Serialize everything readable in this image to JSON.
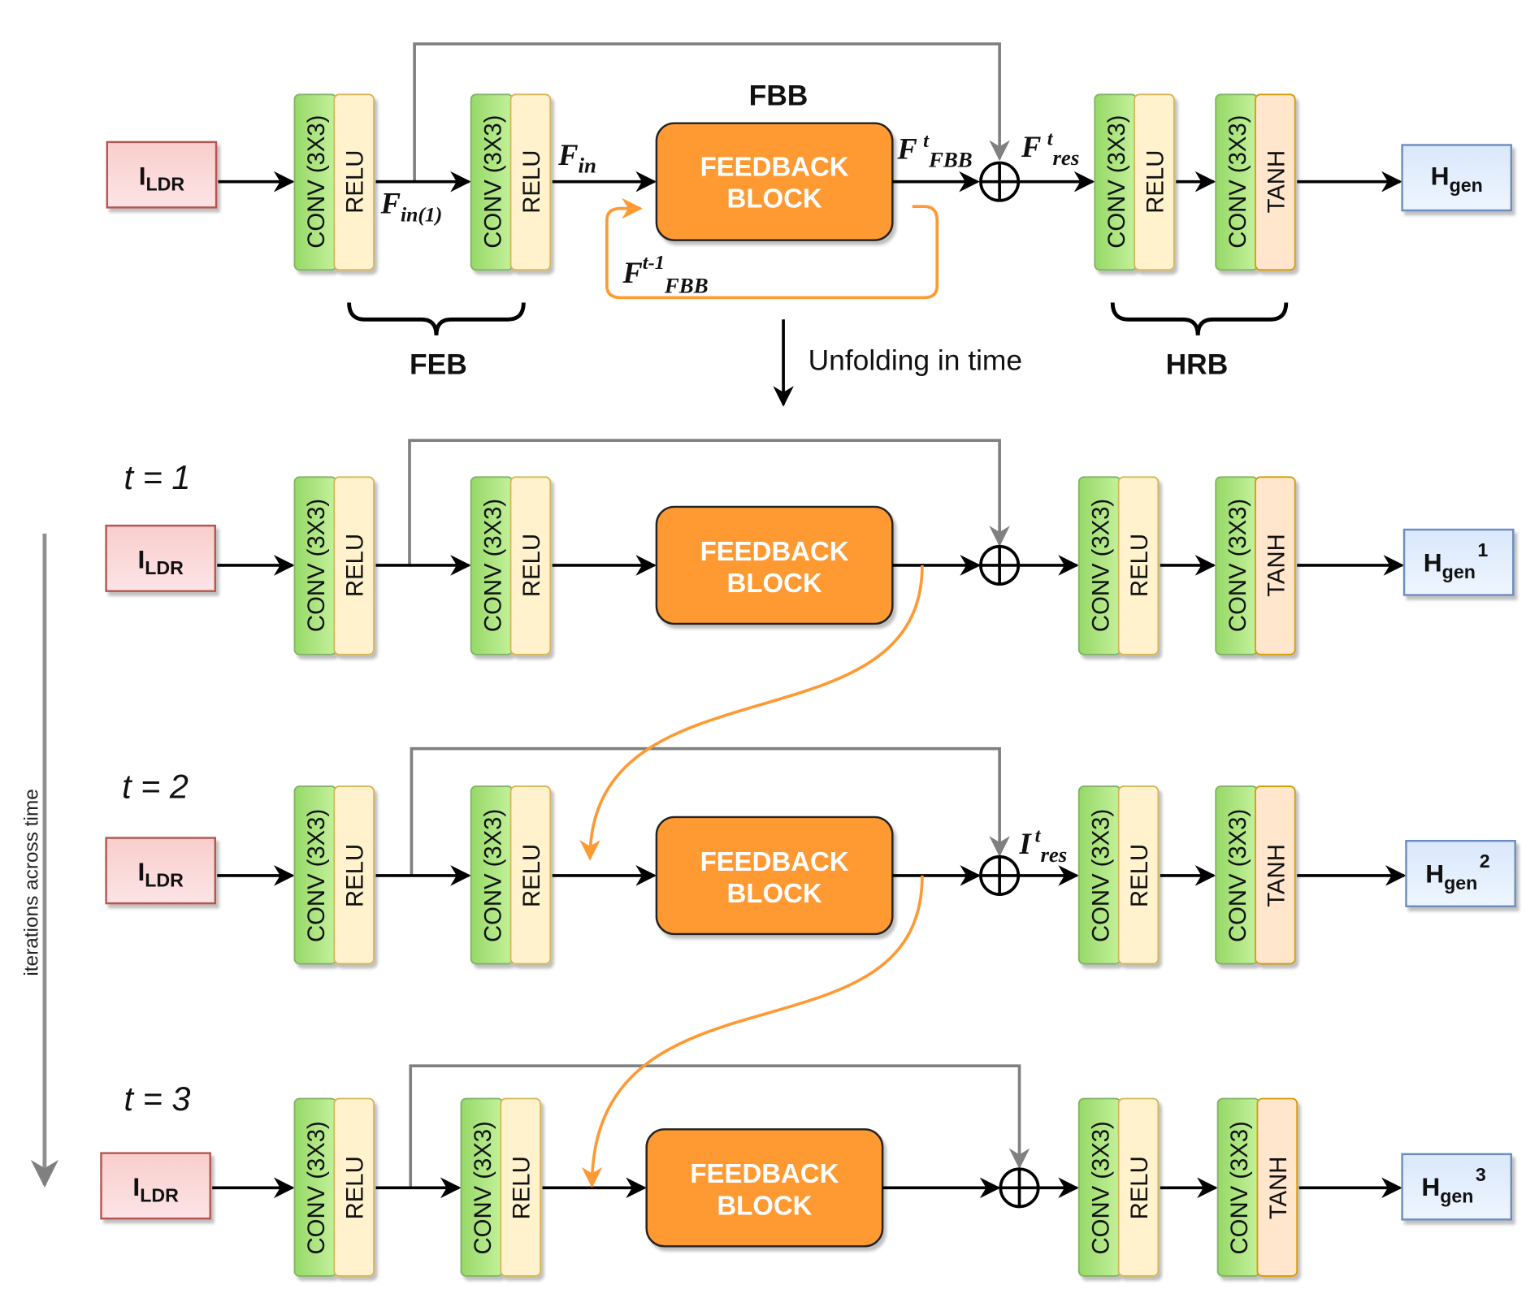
{
  "diagram": {
    "title_block": "FBB",
    "groups": {
      "feb": "FEB",
      "hrb": "HRB"
    },
    "unfold_label": "Unfolding in time",
    "side_label": "iterations across time",
    "layers": {
      "conv": "CONV (3X3)",
      "relu": "RELU",
      "tanh": "TANH",
      "feedback_line1": "FEEDBACK",
      "feedback_line2": "BLOCK"
    },
    "input": {
      "main": "I",
      "sub": "LDR"
    },
    "output": {
      "main": "H",
      "sub": "gen"
    },
    "math": {
      "f_in1": {
        "main": "F",
        "sub": "in(1)"
      },
      "f_in": {
        "main": "F",
        "sub": "in"
      },
      "f_t_fbb": {
        "main": "F",
        "sup": "t",
        "sub": "FBB"
      },
      "f_t_res": {
        "main": "F",
        "sup": "t",
        "sub": "res"
      },
      "f_tm1_fbb": {
        "main": "F",
        "sup": "t-1",
        "sub": "FBB"
      },
      "i_t_res": {
        "main": "I",
        "sup": "t",
        "sub": "res"
      }
    },
    "rows": [
      {
        "label": "t = 1",
        "output_sup": "1"
      },
      {
        "label": "t = 2",
        "output_sup": "2"
      },
      {
        "label": "t = 3",
        "output_sup": "3"
      }
    ],
    "colors": {
      "conv_fill": "#a8e07a",
      "conv_stroke": "#82b366",
      "relu_fill": "#fff2cc",
      "relu_stroke": "#d6b656",
      "tanh_fill": "#ffe6cc",
      "tanh_stroke": "#d79b00",
      "input_fill": "#f8cecc",
      "input_stroke": "#b85450",
      "output_fill": "#dae8fc",
      "output_stroke": "#6c8ebf",
      "feedback_fill": "#ff9933",
      "feedback_arrow": "#ff9933",
      "skip_line": "#808080"
    }
  }
}
